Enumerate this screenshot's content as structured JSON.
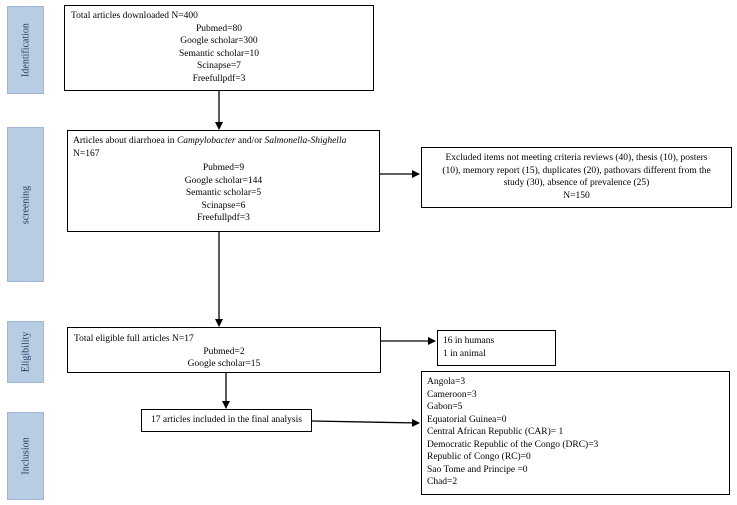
{
  "stages": {
    "identification": "Identification",
    "screening": "screening",
    "eligibility": "Eligibility",
    "inclusion": "Inclusion"
  },
  "identification_box": {
    "title": "Total articles downloaded N=400",
    "lines": [
      "Pubmed=80",
      "Google scholar=300",
      "Semantic scholar=10",
      "Scinapse=7",
      "Freefullpdf=3"
    ]
  },
  "screening_box": {
    "title_pre": "Articles about diarrhoea in ",
    "title_italic1": "Campylobacter",
    "title_mid": " and/or ",
    "title_italic2": "Salmonella-Shighella",
    "title_n": "N=167",
    "lines": [
      "Pubmed=9",
      "Google scholar=144",
      "Semantic scholar=5",
      "Scinapse=6",
      "Freefullpdf=3"
    ]
  },
  "excluded_box": {
    "lines": [
      "Excluded items not meeting criteria reviews (40), thesis (10), posters",
      "(10), memory report (15), duplicates (20), pathovars different from the",
      "study (30), absence of prevalence (25)",
      "N=150"
    ]
  },
  "eligible_box": {
    "title": "Total eligible full articles N=17",
    "lines": [
      "Pubmed=2",
      "Google scholar=15"
    ]
  },
  "humans_box": {
    "lines": [
      "16 in humans",
      "1 in animal"
    ]
  },
  "included_box": {
    "title": "17 articles included in the final analysis"
  },
  "countries_box": {
    "lines": [
      "Angola=3",
      "Cameroon=3",
      "Gabon=5",
      "Equatorial Guinea=0",
      "Central African Republic (CAR)= 1",
      "Democratic Republic of the Congo (DRC)=3",
      "Republic of Congo (RC)=0",
      "Sao Tome and Principe =0",
      "Chad=2"
    ]
  }
}
